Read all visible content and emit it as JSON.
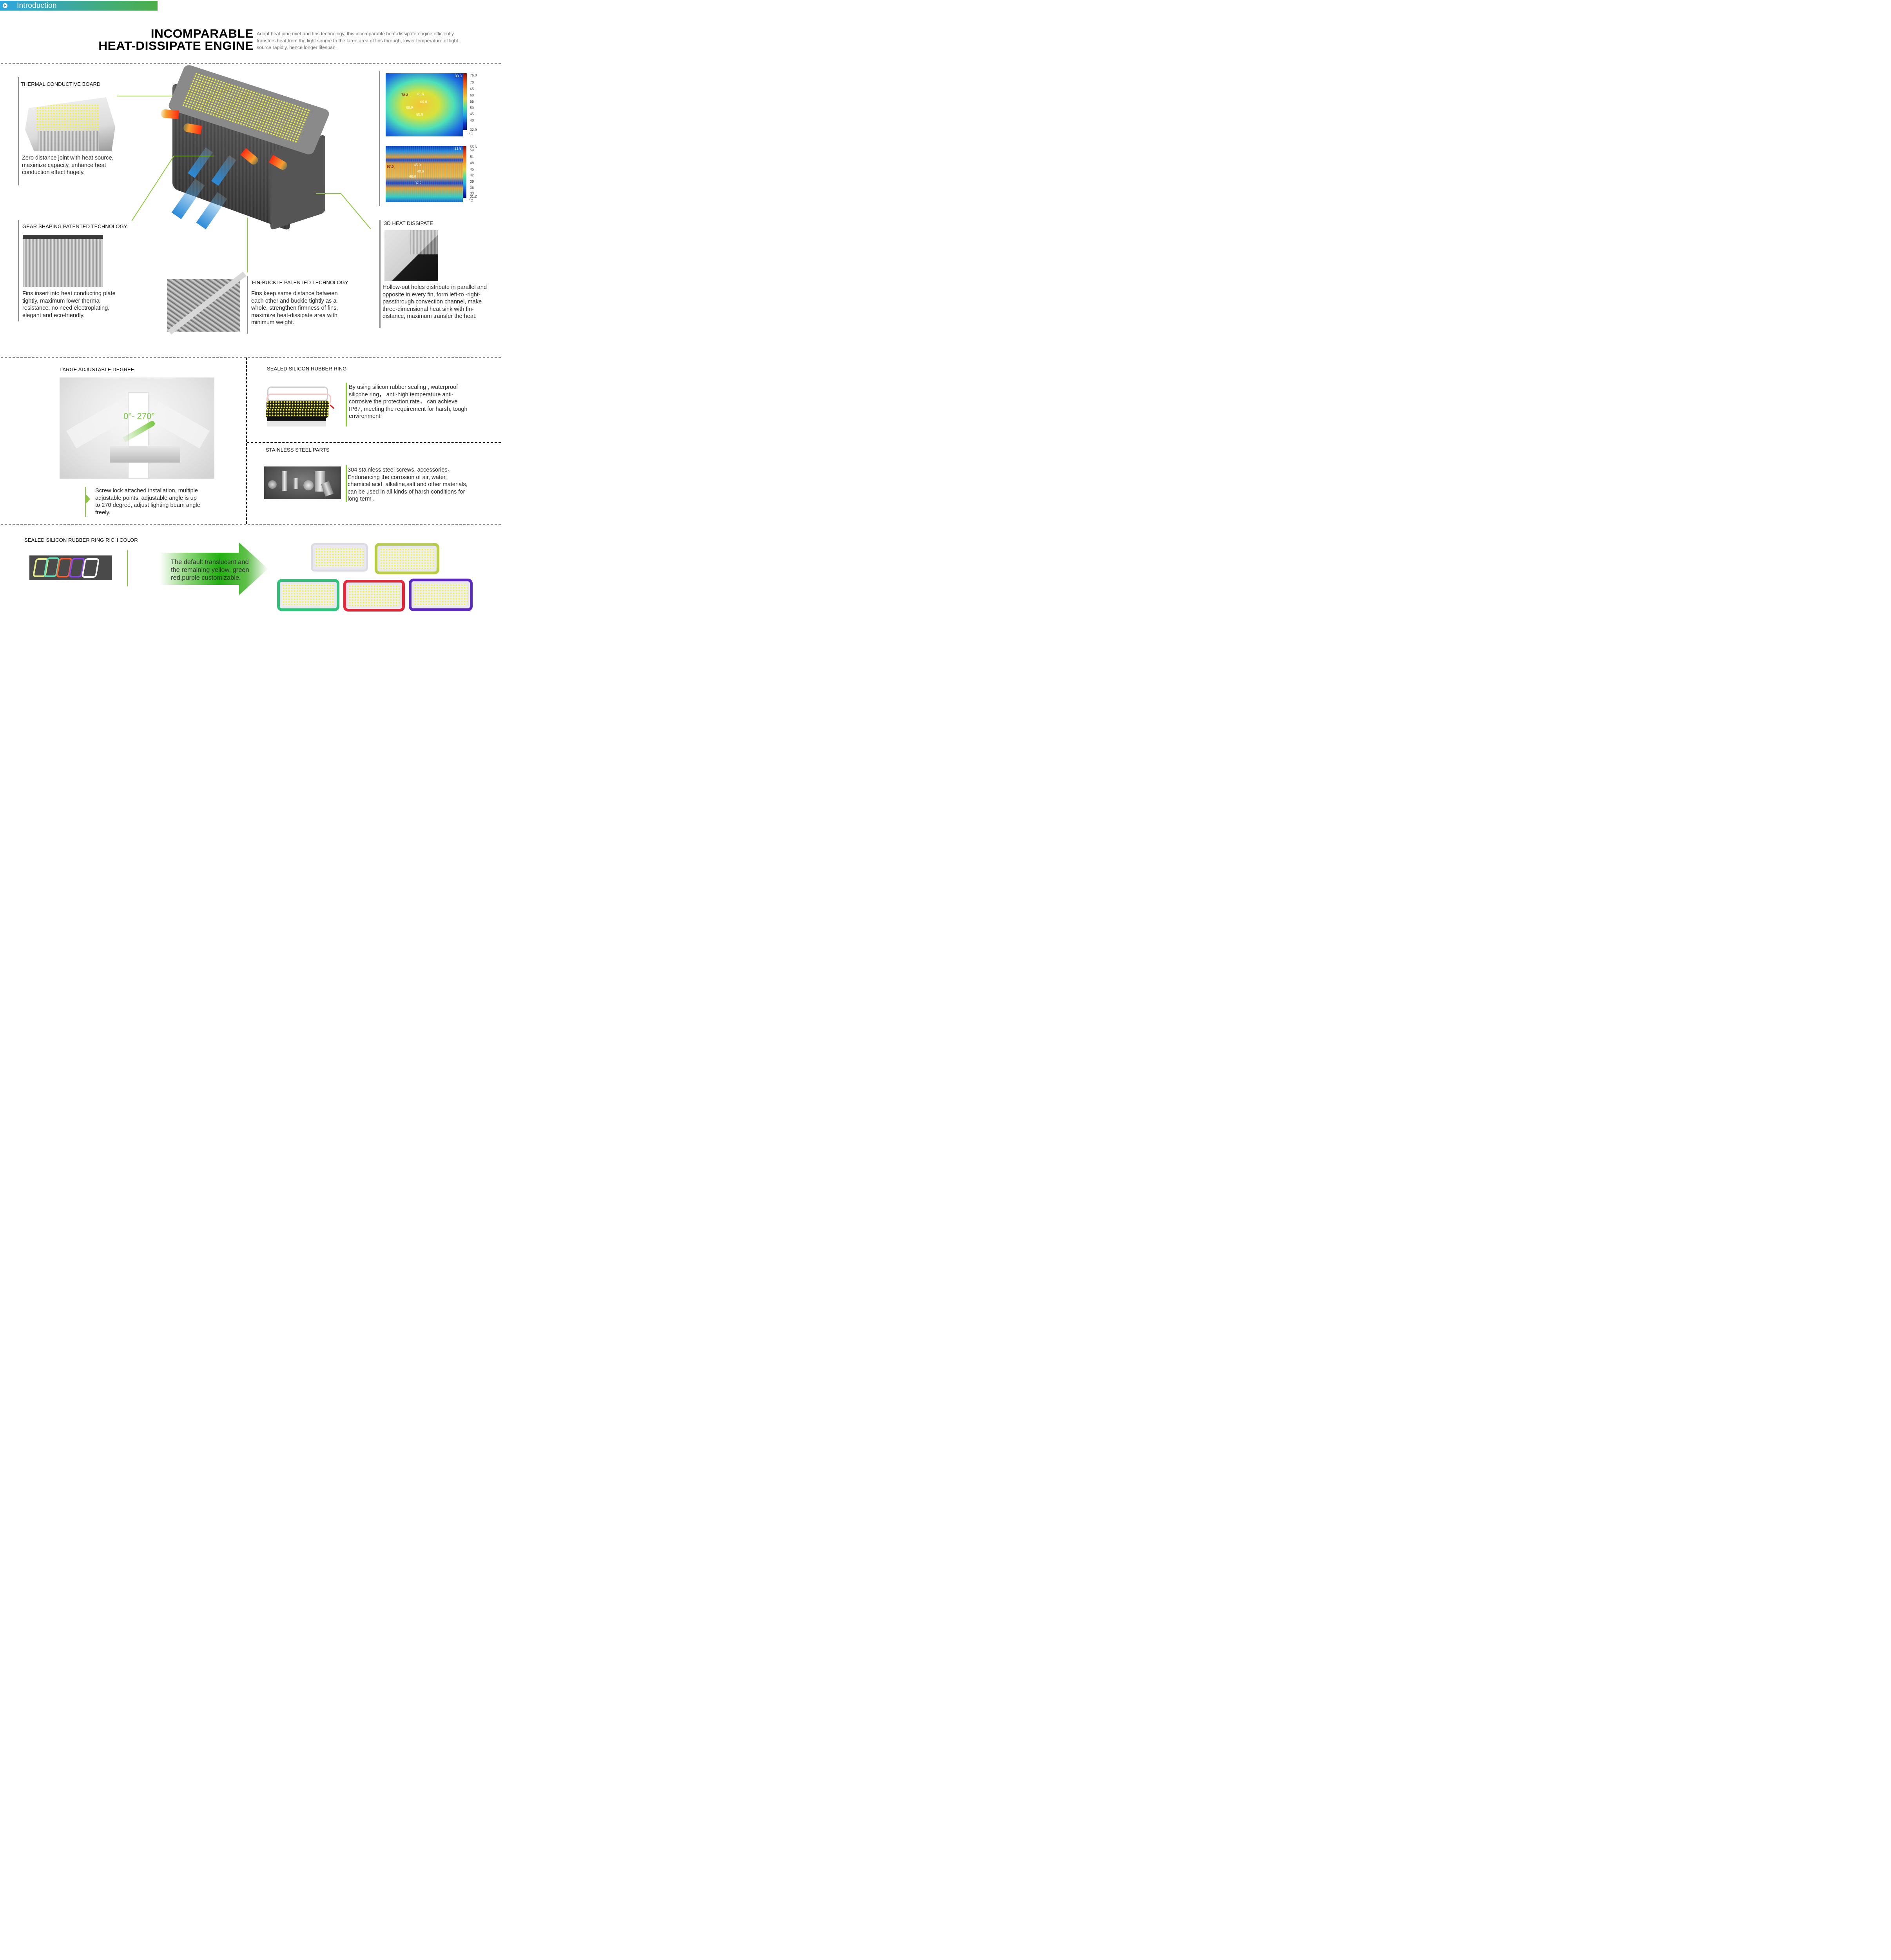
{
  "header": {
    "section_title": "Introduction",
    "icon": "chevron-circle-right-icon",
    "gradient_colors": [
      "#2ea6df",
      "#4caf4a"
    ]
  },
  "hero": {
    "title_line1": "INCOMPARABLE",
    "title_line2": "HEAT-DISSIPATE ENGINE",
    "description": "Adopt heat pine rivet and fins technology, this incomparable heat-dissipate engine efficiently transfers heat from the light source to the large area of fins through, lower temperature of light source rapidly, hence longer lifespan."
  },
  "features": {
    "thermal_board": {
      "label": "THERMAL CONDUCTIVE BOARD",
      "text": "Zero distance joint with heat source, maximize capacity, enhance heat conduction effect hugely."
    },
    "gear_shaping": {
      "label": "GEAR SHAPING PATENTED TECHNOLOGY",
      "text": "Fins insert into heat conducting plate tightly, maximum lower thermal resistance, no need electroplating, elegant and eco-friendly."
    },
    "fin_buckle": {
      "label": "FIN-BUCKLE PATENTED TECHNOLOGY",
      "text": "Fins keep same distance between each other and buckle tightly as a whole, strengthen firmness of fins, maximize heat-dissipate area with minimum weight."
    },
    "heat_3d": {
      "label": "3D HEAT DISSIPATE",
      "text": "Hollow-out holes distribute in parallel and opposite in every fin, form left-to -right-passthrough convection channel, make three-dimensional heat sink with fin-distance, maximum transfer the heat."
    }
  },
  "thermal_images": [
    {
      "corner_value": "33.3",
      "scale_max": "76.0",
      "scale_min": "32.9",
      "scale_ticks": [
        "70",
        "65",
        "60",
        "55",
        "50",
        "45",
        "40"
      ],
      "unit": "°C",
      "points": [
        "78.3",
        "61.6",
        "60.8",
        "68.9",
        "60.9"
      ]
    },
    {
      "corner_value": "31.5",
      "scale_max": "55.6",
      "scale_min": "31.2",
      "scale_ticks": [
        "54",
        "51",
        "48",
        "45",
        "42",
        "39",
        "36",
        "33"
      ],
      "unit": "°C",
      "points": [
        "57.0",
        "45.9",
        "48.6",
        "48.0",
        "37.2"
      ]
    }
  ],
  "adjustable": {
    "label": "LARGE ADJUSTABLE DEGREE",
    "angle_overlay": "0°- 270°",
    "text": "Screw lock attached installation, multiple adjustable points, adjustable angle is up to 270 degree, adjust lighting beam angle freely."
  },
  "rubber_ring": {
    "label": "SEALED SILICON RUBBER RING",
    "text": "By using silicon rubber sealing , waterproof silicone ring， anti-high temperature anti-corrosive the protection rate， can achieve IP67, meeting the requirement for harsh, tough environment."
  },
  "stainless": {
    "label": "STAINLESS STEEL PARTS",
    "text": "304 stainless steel screws, accessories， Endurancing the corrosion of air, water, chemical acid, alkaline,salt and other materials, can be used in all kinds of harsh conditions for long term ."
  },
  "rich_color": {
    "label": "SEALED SILICON RUBBER RING RICH COLOR",
    "arrow_text": "The default translucent and the remaining yellow, green red,purple customizable.",
    "ring_colors": [
      "#e6ec8a",
      "#5fe0b8",
      "#f0603a",
      "#8a4ae0",
      "#f4f4f4"
    ],
    "fixture_colors": [
      "#e8e8ee",
      "#b8cc4a",
      "#2ec27a",
      "#e0283a",
      "#5a2ac0"
    ]
  },
  "colors": {
    "accent_green": "#8cc63f",
    "divider": "#111111",
    "bar_gray": "#8a8a8a"
  }
}
